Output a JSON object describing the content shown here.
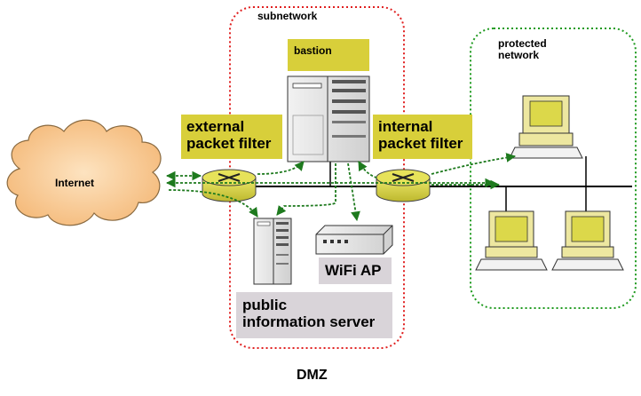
{
  "labels": {
    "subnetwork": "subnetwork",
    "bastion": "bastion",
    "protected_network": "protected network",
    "protected_line1": "protected",
    "protected_line2": "network",
    "external_filter_line1": "external",
    "external_filter_line2": "packet filter",
    "internal_filter_line1": "internal",
    "internal_filter_line2": "packet filter",
    "internet": "Internet",
    "wifi_ap": "WiFi AP",
    "public_server_line1": "public",
    "public_server_line2": "information server",
    "dmz": "DMZ"
  },
  "colors": {
    "dmz_border": "#e02020",
    "protected_border": "#1e9a1e",
    "arrow": "#1e7a1e",
    "label_yellow": "#d8cf3a",
    "label_grey": "#d9d4d9",
    "device_fill": "#e8e8e8",
    "cloud_fill": "#f7c88a",
    "router_fill": "#dcd84a"
  },
  "icons": {
    "internet": "cloud-icon",
    "external_filter": "router-icon",
    "internal_filter": "router-icon",
    "bastion": "server-tower-icon",
    "public_server": "server-tower-icon",
    "wifi_ap": "access-point-icon",
    "workstation": "desktop-computer-icon"
  }
}
